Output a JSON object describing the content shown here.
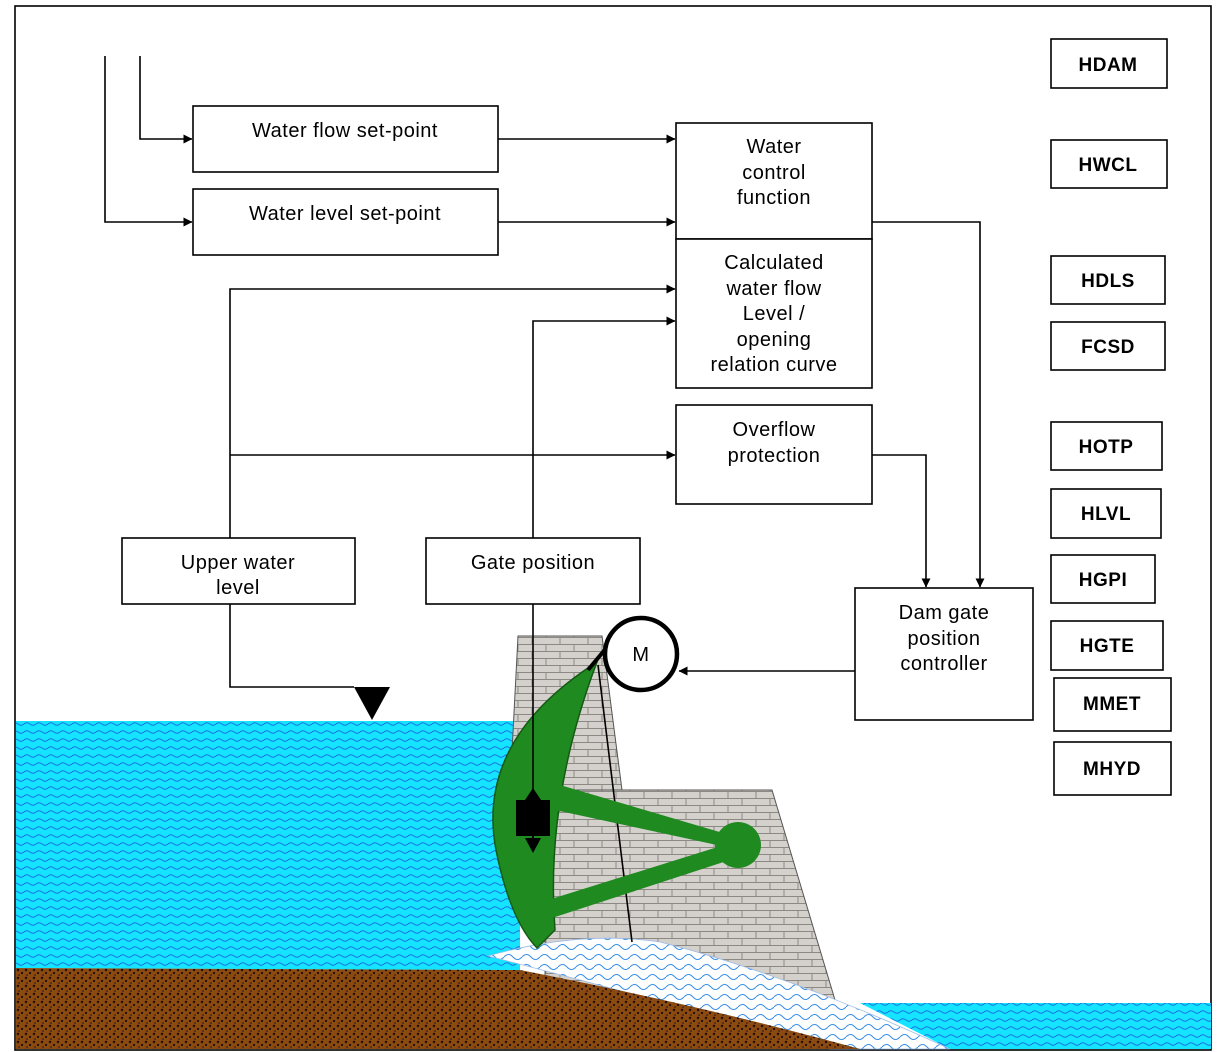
{
  "blocks": {
    "water_flow_setpoint": "Water flow set-point",
    "water_level_setpoint": "Water level set-point",
    "water_control": [
      "Water",
      "control",
      "function"
    ],
    "calculated_flow": [
      "Calculated",
      "water flow",
      "Level /",
      "opening",
      "relation curve"
    ],
    "overflow_protection": [
      "Overflow",
      "protection"
    ],
    "upper_water_level": [
      "Upper water",
      "level"
    ],
    "gate_position": "Gate position",
    "dam_gate_controller": [
      "Dam gate",
      "position",
      "controller"
    ],
    "motor": "M"
  },
  "codes": [
    "HDAM",
    "HWCL",
    "HDLS",
    "FCSD",
    "HOTP",
    "HLVL",
    "HGPI",
    "HGTE",
    "MMET",
    "MHYD"
  ],
  "colors": {
    "water": "#14e4ff",
    "water_wave": "#1a6fe0",
    "ground": "#8a4a12",
    "gate": "#1f8a1f",
    "dam": "#d4d0cc"
  }
}
